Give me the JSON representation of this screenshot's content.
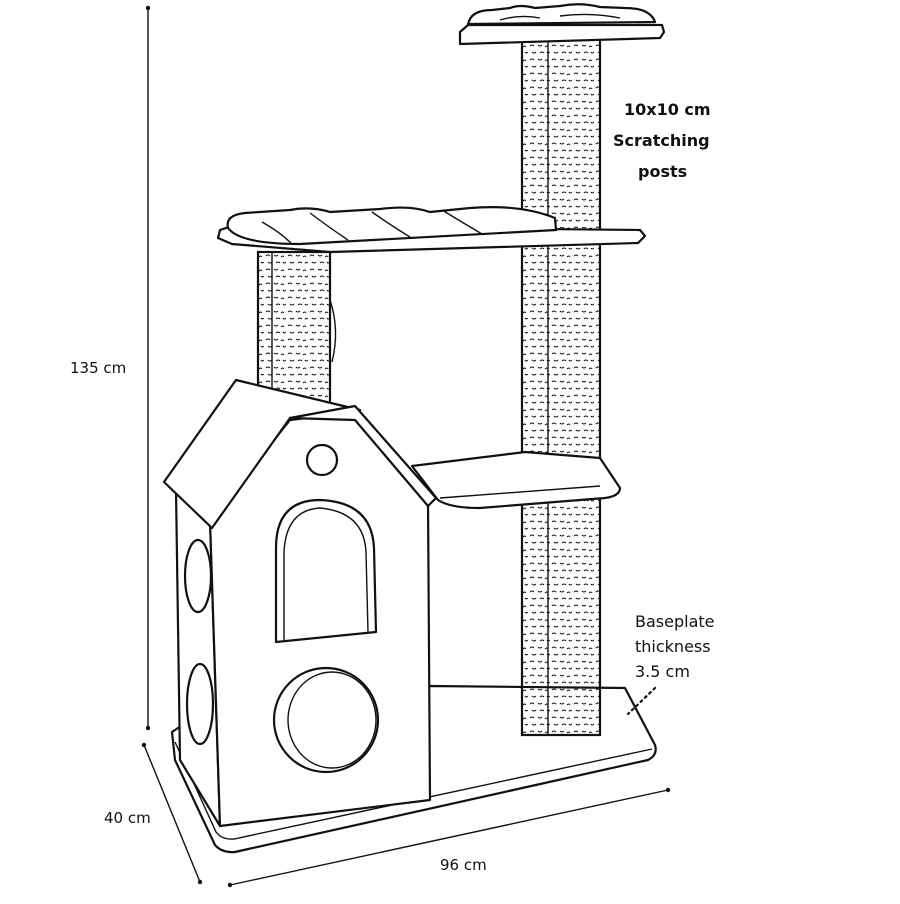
{
  "dimensions": {
    "height": "135 cm",
    "depth": "40 cm",
    "width": "96 cm"
  },
  "annotations": {
    "posts_size": "10x10 cm",
    "posts_line1": "Scratching",
    "posts_line2": "posts",
    "baseplate_line1": "Baseplate",
    "baseplate_line2": "thickness",
    "baseplate_line3": "3.5 cm"
  }
}
